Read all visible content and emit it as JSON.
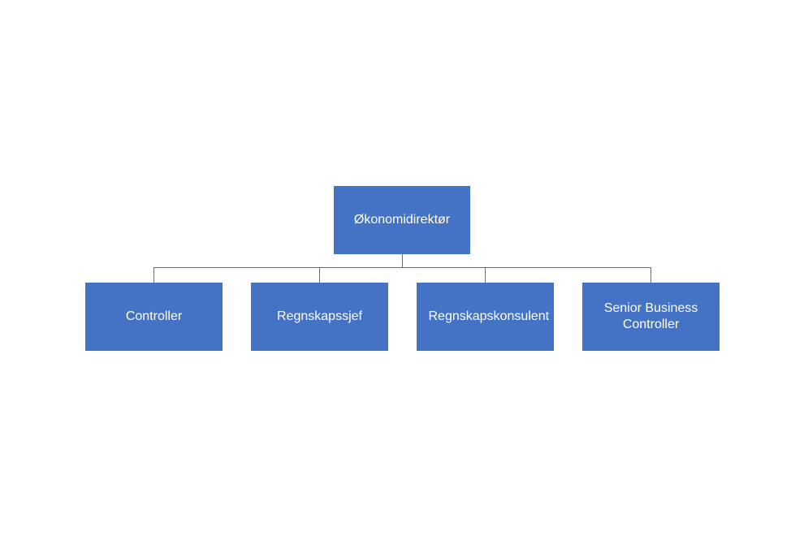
{
  "org_chart": {
    "root": {
      "label": "Økonomidirektør"
    },
    "children": [
      {
        "label": "Controller"
      },
      {
        "label": "Regnskapssjef"
      },
      {
        "label": "Regnskapskonsulent"
      },
      {
        "label": "Senior Business Controller"
      }
    ]
  },
  "colors": {
    "box_fill": "#4472c4",
    "box_text": "#ffffff",
    "connector": "#4472c4",
    "background": "#ffffff"
  }
}
